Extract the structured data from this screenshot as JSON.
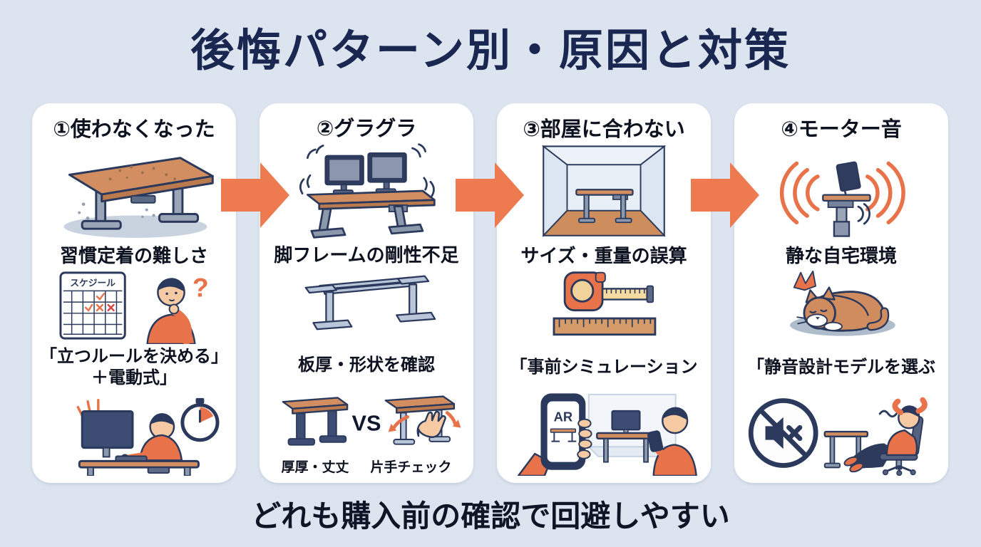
{
  "title": "後悔パターン別・原因と対策",
  "footer": "どれも購入前の確認で回避しやすい",
  "colors": {
    "background": "#DCE4EF",
    "card": "#FFFFFF",
    "title_text": "#1A2750",
    "body_text": "#0D1220",
    "arrow": "#EE7A50",
    "accent_orange": "#E8734A",
    "outline_navy": "#2B3A5C",
    "wood": "#D28E60"
  },
  "columns": [
    {
      "header": "①使わなくなった",
      "cause": "習慣定着の難しさ",
      "solution_lines": [
        "「立つルールを決める」",
        "＋電動式」"
      ],
      "calendar_label": "スケジール",
      "question_mark": "?",
      "illustrations": [
        "dusty-standing-desk",
        "schedule-calendar-thinking-person",
        "person-working-with-timer"
      ]
    },
    {
      "header": "②グラグラ",
      "cause": "脚フレームの剛性不足",
      "solution_lines": [
        "板厚・形状を確認"
      ],
      "vs_label": "VS",
      "left_label": "厚厚・丈丈",
      "right_label": "片手チェック",
      "illustrations": [
        "wobbling-desk-with-monitors",
        "desk-leg-frame",
        "sturdy-desk-vs-one-hand-check"
      ]
    },
    {
      "header": "③部屋に合わない",
      "cause": "サイズ・重量の誤算",
      "solution_lines": [
        "「事前シミュレーション"
      ],
      "ar_label": "AR",
      "illustrations": [
        "room-with-desk",
        "tape-measure-and-ruler",
        "ar-phone-simulation"
      ]
    },
    {
      "header": "④モーター音",
      "cause": "静な自宅環境",
      "solution_lines": [
        "「静音設計モデルを選ぶ"
      ],
      "illustrations": [
        "desk-motor-noise",
        "sleeping-cat-startled",
        "mute-icon-relaxed-person"
      ]
    }
  ]
}
